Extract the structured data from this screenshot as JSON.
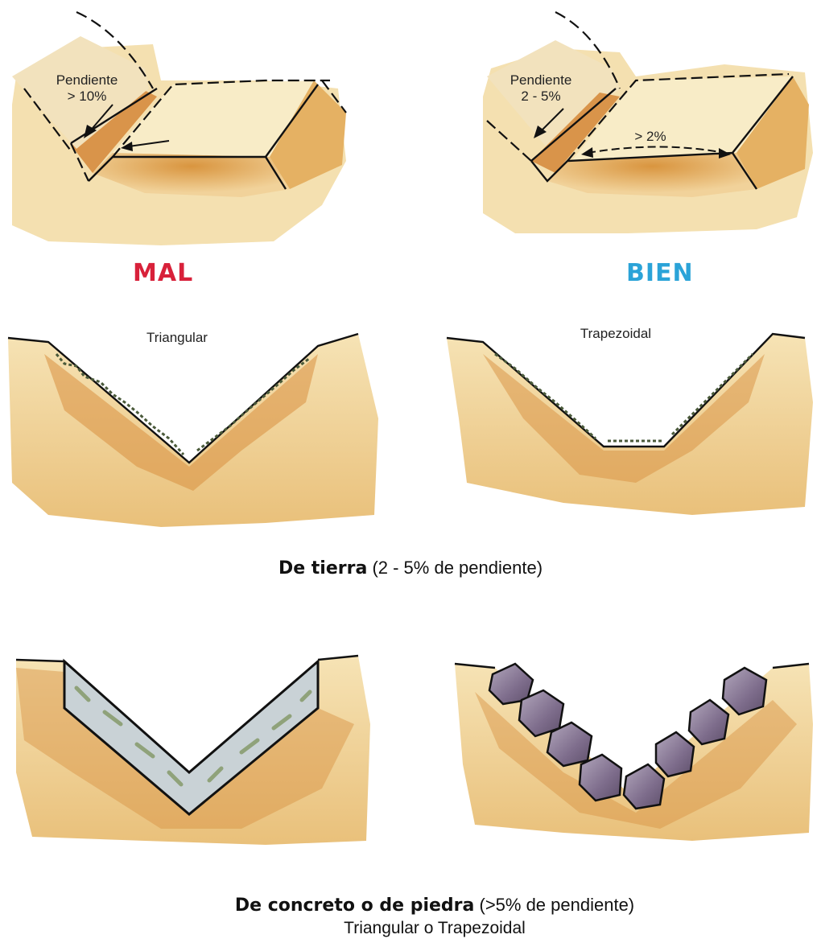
{
  "top_left": {
    "slope_word": "Pendiente",
    "slope_value": "> 10%"
  },
  "top_right": {
    "slope_word": "Pendiente",
    "slope_value": "2 - 5%",
    "bottom_slope": "> 2%"
  },
  "verdicts": {
    "bad": "MAL",
    "good": "BIEN",
    "bad_color": "#d8213a",
    "good_color": "#2ba3d8"
  },
  "earth_row": {
    "left_label": "Triangular",
    "right_label": "Trapezoidal",
    "caption_bold": "De tierra",
    "caption_rest": " (2 - 5% de pendiente)"
  },
  "concrete_row": {
    "caption_bold": "De concreto o de piedra",
    "caption_rest": " (>5% de pendiente)",
    "caption_line2": "Triangular o Trapezoidal"
  },
  "colors": {
    "soil_light": "#f5dca6",
    "soil": "#e6b865",
    "soil_dark": "#c98a3a",
    "concrete": "#c9d2d6",
    "stone": "#8a7c93"
  }
}
